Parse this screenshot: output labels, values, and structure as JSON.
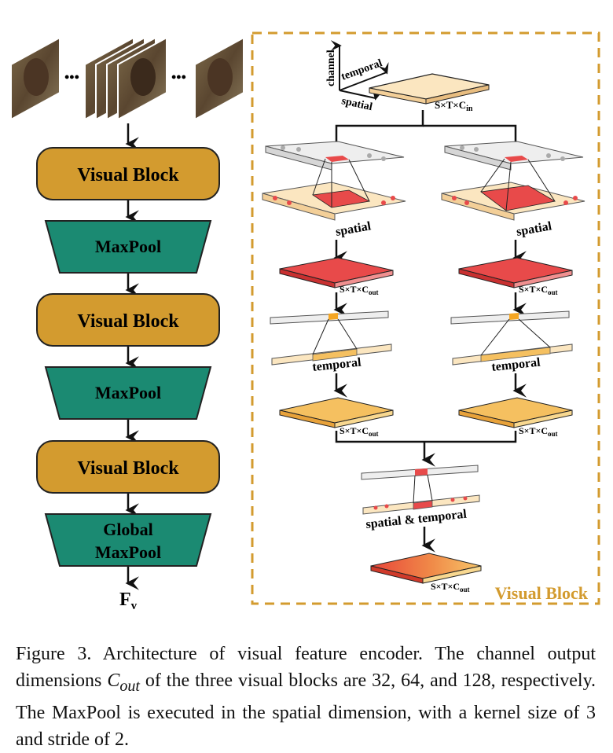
{
  "diagram": {
    "left_flow": [
      {
        "kind": "visual-block",
        "label": "Visual Block"
      },
      {
        "kind": "maxpool",
        "label": "MaxPool"
      },
      {
        "kind": "visual-block",
        "label": "Visual Block"
      },
      {
        "kind": "maxpool",
        "label": "MaxPool"
      },
      {
        "kind": "visual-block",
        "label": "Visual Block"
      },
      {
        "kind": "global-maxpool",
        "label_line1": "Global",
        "label_line2": "MaxPool"
      }
    ],
    "ellipsis": "•••",
    "output_label": "F",
    "output_sub": "v",
    "detail": {
      "title": "Visual Block",
      "axes": {
        "channel": "channel",
        "temporal": "temporal",
        "spatial": "spatial"
      },
      "input_dim": {
        "base": "S×T×C",
        "sub": "in"
      },
      "out_dim": {
        "base": "S×T×C",
        "sub": "out"
      },
      "spatial_label": "spatial",
      "temporal_label": "temporal",
      "merge_label": "spatial & temporal"
    },
    "colors": {
      "visual_block": "#d39b2f",
      "maxpool": "#1b8a72",
      "dashed_border": "#d39b2f",
      "red_feature": "#e84a4a",
      "orange_feature": "#f5c060",
      "input_plane": "#fbe6c0"
    }
  },
  "caption": {
    "prefix": "Figure 3. Architecture of visual feature encoder. The channel output dimensions",
    "math": "C",
    "math_sub": "out",
    "suffix": "of the three visual blocks are 32, 64, and 128, respectively. The MaxPool is executed in the spatial dimension, with a kernel size of 3 and stride of 2."
  }
}
